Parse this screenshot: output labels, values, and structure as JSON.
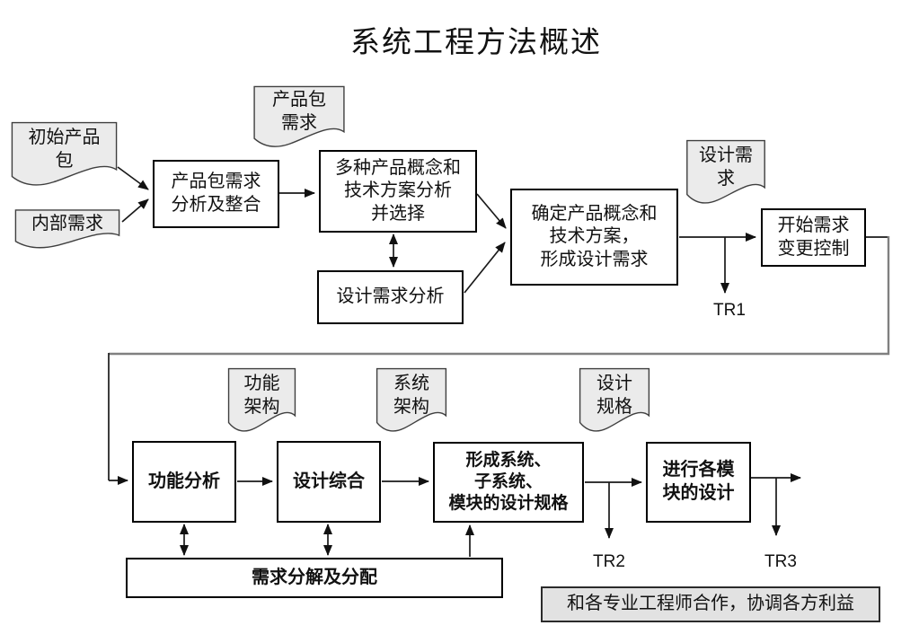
{
  "title": "系统工程方法概述",
  "docs": {
    "initial_product": "初始产品\n包",
    "internal_req": "内部需求",
    "product_pkg_req": "产品包\n需求",
    "design_req": "设计需\n求",
    "func_arch": "功能\n架构",
    "sys_arch": "系统\n架构",
    "design_spec": "设计\n规格"
  },
  "boxes": {
    "pkg_req_analysis": "产品包需求\n分析及整合",
    "multi_concept": "多种产品概念和\n技术方案分析\n并选择",
    "design_req_analysis": "设计需求分析",
    "confirm_concept": "确定产品概念和\n技术方案，\n形成设计需求",
    "start_change_ctrl": "开始需求\n变更控制",
    "func_analysis": "功能分析",
    "design_synthesis": "设计综合",
    "form_spec": "形成系统、\n子系统、\n模块的设计规格",
    "module_design": "进行各模\n块的设计",
    "req_decompose": "需求分解及分配",
    "cooperate": "和各专业工程师合作，协调各方利益"
  },
  "labels": {
    "tr1": "TR1",
    "tr2": "TR2",
    "tr3": "TR3"
  },
  "colors": {
    "doc_fill": "#ebebeb",
    "gray_box_fill": "#e2e2e2",
    "connector_gray": "#808080",
    "line_black": "#1a1a1a"
  }
}
